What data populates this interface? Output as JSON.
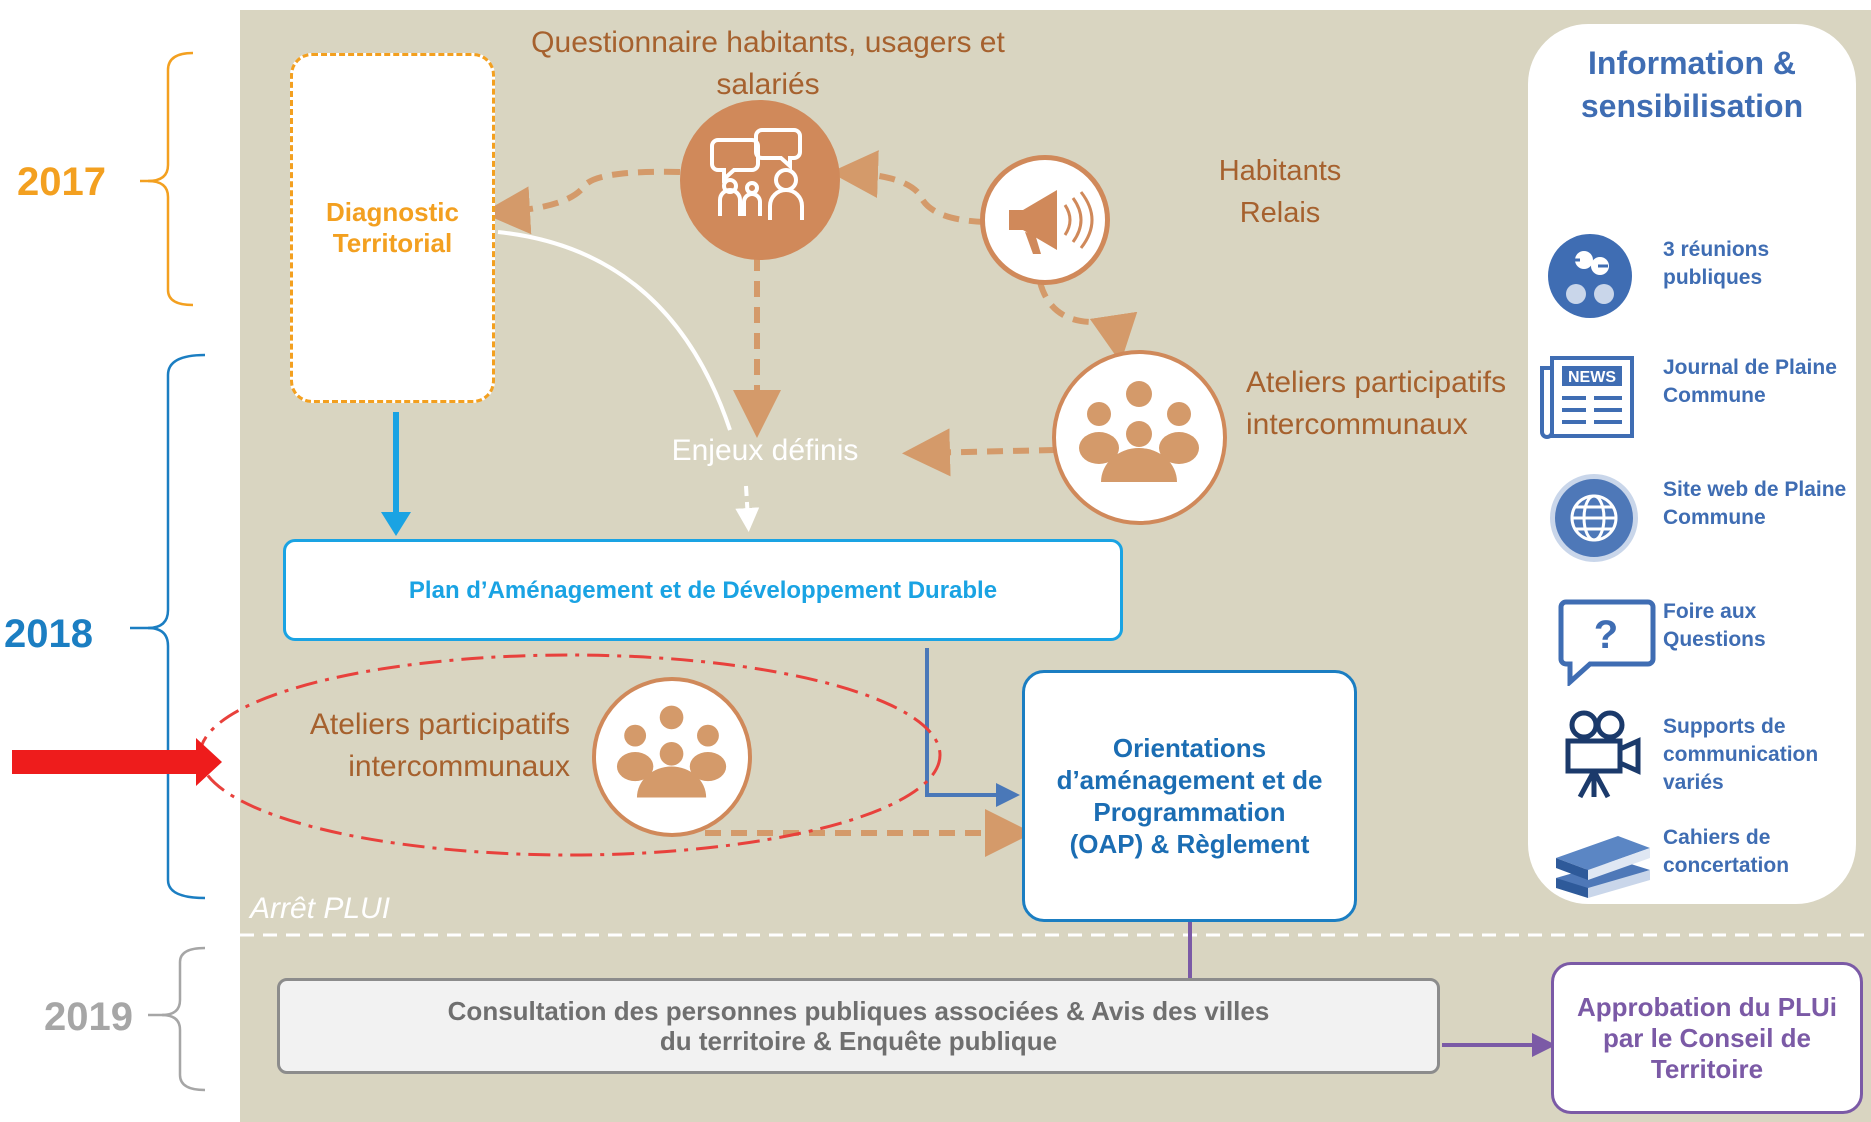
{
  "years": {
    "y2017": "2017",
    "y2018": "2018",
    "y2019": "2019"
  },
  "nodes": {
    "diagnostic": "Diagnostic Territorial",
    "questionnaire": "Questionnaire habitants, usagers et salariés",
    "habitants_relais": "Habitants Relais",
    "ateliers_top": "Ateliers participatifs intercommunaux",
    "enjeux": "Enjeux définis",
    "padd": "Plan d’Aménagement et de Développement Durable",
    "ateliers_bottom": "Ateliers participatifs intercommunaux",
    "oap": "Orientations d’aménagement et de Programmation (OAP) & Règlement",
    "arret": "Arrêt PLUI",
    "consultation": "Consultation des personnes publiques associées & Avis des villes du territoire & Enquête publique",
    "approbation": "Approbation du PLUi par le Conseil de Territoire"
  },
  "info": {
    "title": "Information & sensibilisation",
    "items": [
      {
        "icon": "public-meeting-icon",
        "label": "3 réunions publiques"
      },
      {
        "icon": "news-icon",
        "label": "Journal de Plaine Commune"
      },
      {
        "icon": "globe-icon",
        "label": "Site web de Plaine Commune"
      },
      {
        "icon": "question-bubble-icon",
        "label": "Foire aux Questions"
      },
      {
        "icon": "video-camera-icon",
        "label": "Supports de communication variés"
      },
      {
        "icon": "books-icon",
        "label": "Cahiers de concertation"
      }
    ]
  },
  "colors": {
    "orange_2017": "#f3a020",
    "blue_2018": "#1b7ec2",
    "grey_2019": "#a6a6a6",
    "brown": "#c8814a",
    "cyan": "#1aa3e3",
    "purple": "#7b5aa6",
    "red_arrow": "#ee1c1c"
  }
}
